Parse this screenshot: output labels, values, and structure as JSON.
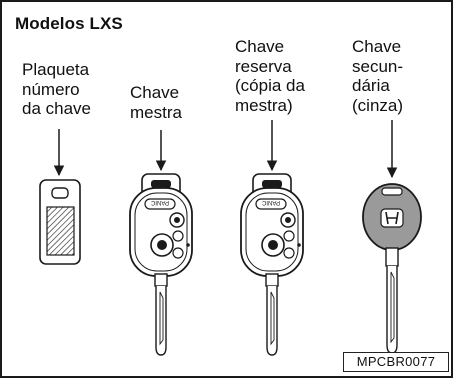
{
  "title": "Modelos LXS",
  "labels": {
    "tag": [
      "Plaqueta",
      "número",
      "da chave"
    ],
    "master": [
      "Chave",
      "mestra"
    ],
    "reserve": [
      "Chave",
      "reserva",
      "(cópia da",
      "mestra)"
    ],
    "secondary": [
      "Chave",
      "secun-",
      "dária",
      "(cinza)"
    ]
  },
  "button_text": "PANIC",
  "reference_code": "MPCBR0077",
  "colors": {
    "ink": "#1a1a1a",
    "key_head_secondary": "#9a9a9a",
    "background": "#ffffff"
  }
}
